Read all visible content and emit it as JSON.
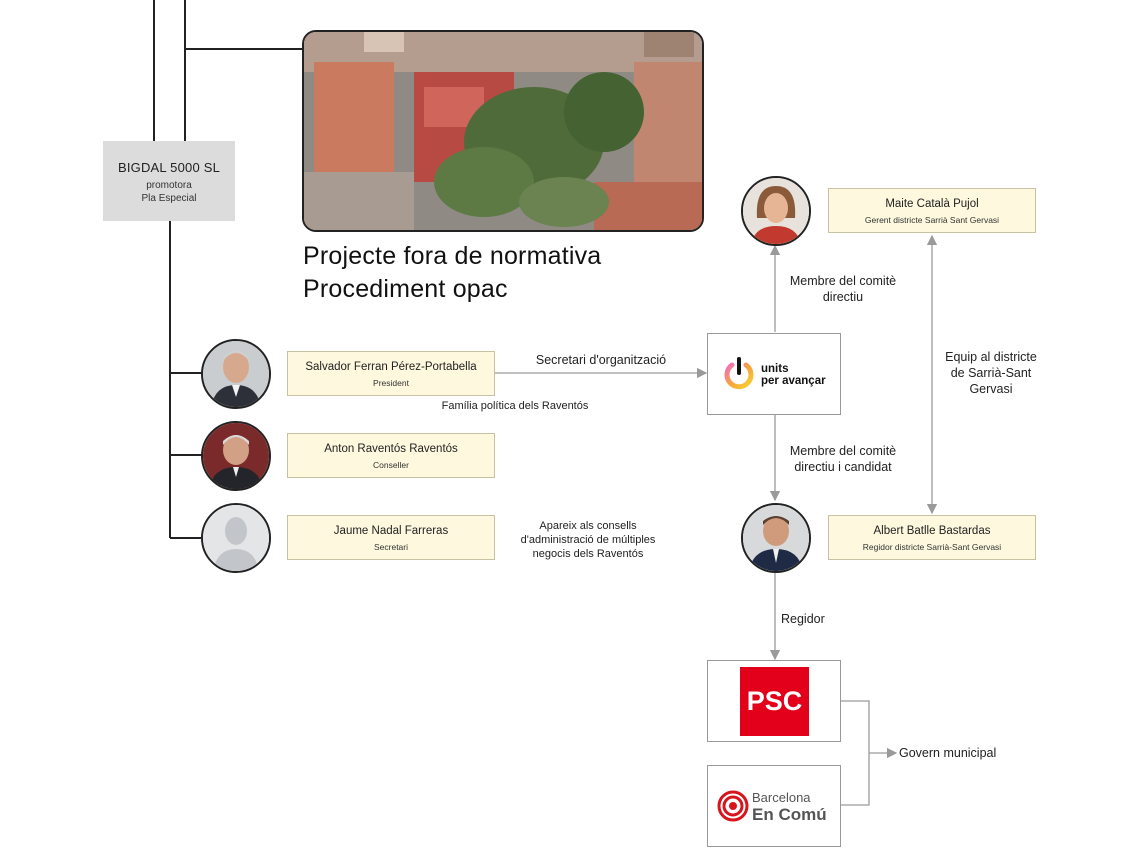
{
  "company": {
    "name": "BIGDAL 5000 SL",
    "role_line1": "promotora",
    "role_line2": "Pla Especial"
  },
  "headline": {
    "line1": "Projecte fora de normativa",
    "line2": "Procediment opac"
  },
  "people": [
    {
      "name": "Salvador Ferran Pérez-Portabella",
      "role": "President"
    },
    {
      "name": "Anton Raventós Raventós",
      "role": "Conseller"
    },
    {
      "name": "Jaume Nadal Farreras",
      "role": "Secretari"
    }
  ],
  "officials": [
    {
      "name": "Maite Català Pujol",
      "role": "Gerent districte Sarrià Sant Gervasi"
    },
    {
      "name": "Albert Batlle Bastardas",
      "role": "Regidor districte Sarrià-Sant Gervasi"
    }
  ],
  "edge_labels": {
    "secretari": "Secretari d'organització",
    "familia": "Família política dels Raventós",
    "apareix": [
      "Apareix als consells",
      "d'administració de múltiples",
      "negocis dels Raventós"
    ],
    "membre_comite": [
      "Membre del comitè",
      "directiu"
    ],
    "membre_candidat": [
      "Membre del comitè",
      "directiu i candidat"
    ],
    "equip": [
      "Equip al districte",
      "de Sarrià-Sant",
      "Gervasi"
    ],
    "regidor": "Regidor",
    "govern": "Govern municipal"
  },
  "logos": {
    "units": {
      "line1": "units",
      "line2": "per avançar"
    },
    "psc": {
      "text": "PSC",
      "color": "#e3001b"
    },
    "bcomu": {
      "line1": "Barcelona",
      "line2": "En Comú",
      "color": "#d8141c"
    }
  },
  "colors": {
    "box_fill": "#fdf8de",
    "company_fill": "#dcdcdc",
    "arrow": "#9a9a9a",
    "frame": "#222222"
  }
}
